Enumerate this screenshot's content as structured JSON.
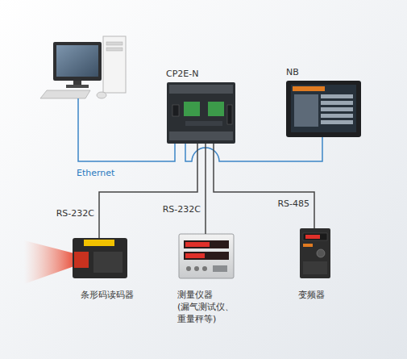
{
  "diagram": {
    "nodes": [
      {
        "text": [
          "CP2E-N"
        ]
      },
      {
        "text": [
          "NB"
        ]
      },
      {
        "text": [
          "条形码读码器"
        ]
      },
      {
        "text": [
          "测量仪器 (漏气测试仪、 重量秤等)"
        ]
      },
      {
        "text": [
          "变频器"
        ]
      }
    ],
    "edges": [
      {
        "from": 0,
        "to": 1,
        "arrow": "none"
      },
      {
        "from": 0,
        "to": 2,
        "arrow": "none",
        "label": "RS-232C"
      },
      {
        "from": 0,
        "to": 3,
        "arrow": "none",
        "label": "RS-232C"
      },
      {
        "from": 0,
        "to": 4,
        "arrow": "none",
        "label": "RS-485"
      }
    ],
    "labels": [
      "Ethernet"
    ]
  }
}
